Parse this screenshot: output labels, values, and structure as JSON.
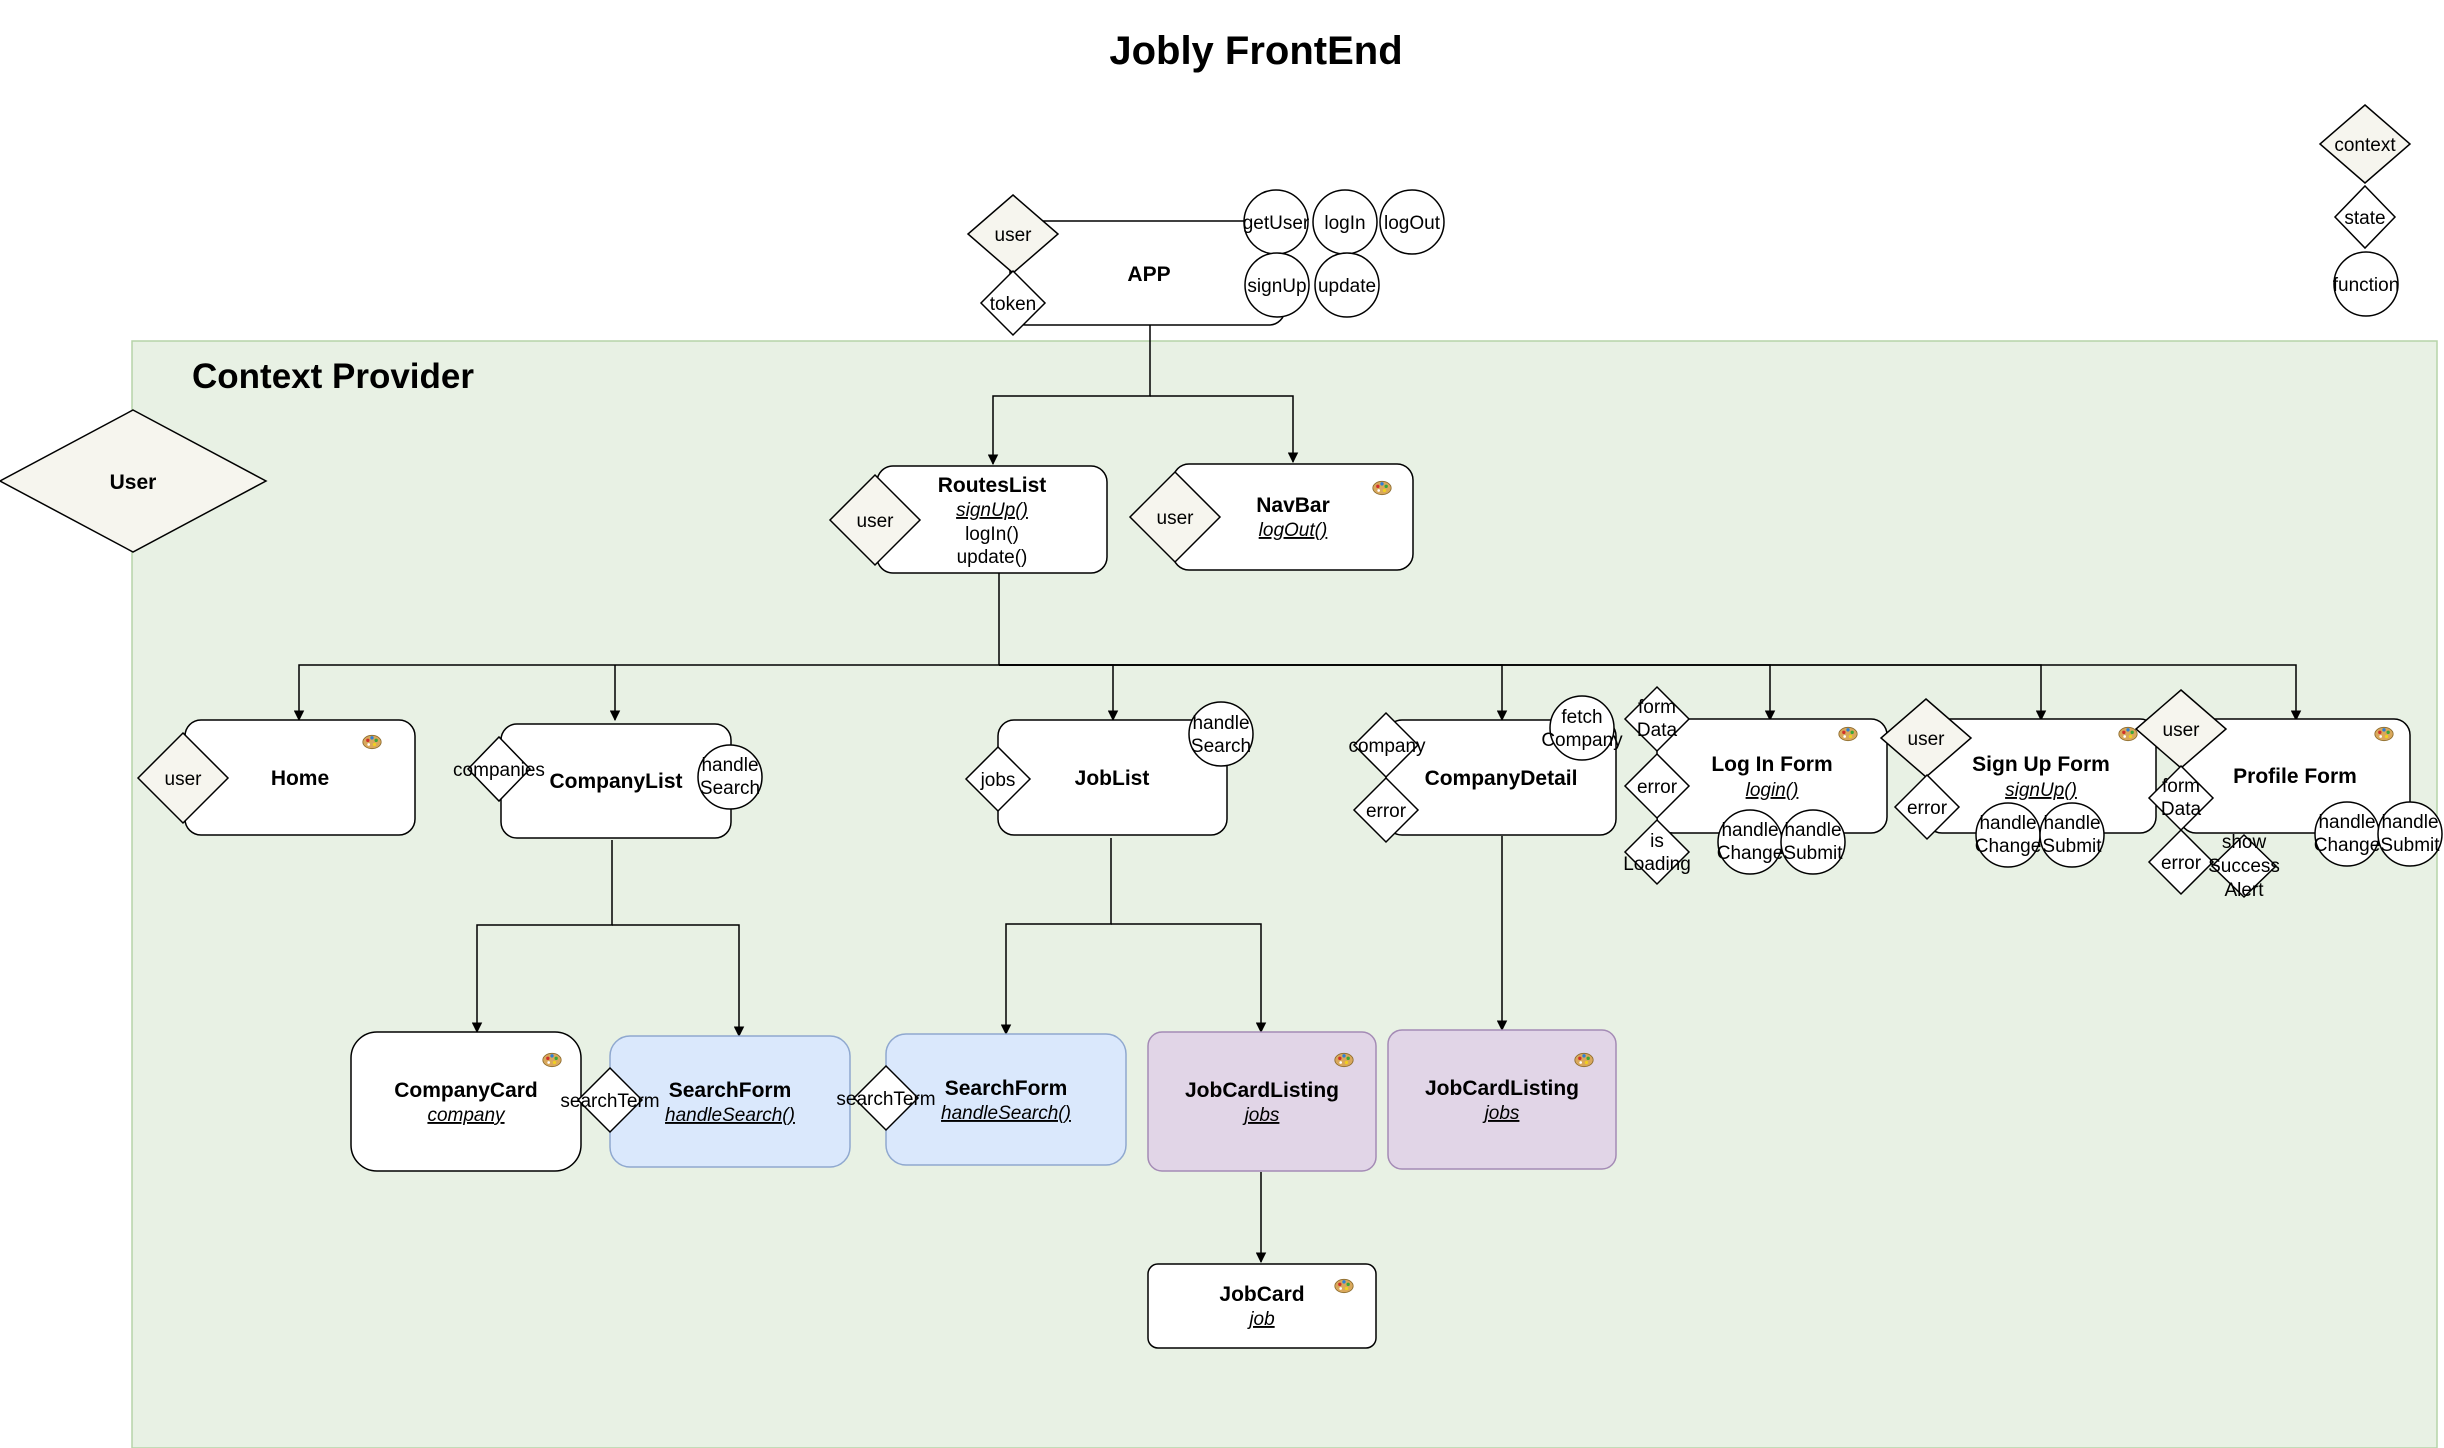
{
  "title": "Jobly FrontEnd",
  "legend": {
    "context": "context",
    "state": "state",
    "function": "function"
  },
  "context_provider": {
    "label": "Context Provider",
    "context_name": "User"
  },
  "app": {
    "name": "APP",
    "state": [
      "user",
      "token"
    ],
    "functions": [
      "getUser",
      "logIn",
      "logOut",
      "signUp",
      "update"
    ]
  },
  "routes_list": {
    "name": "RoutesList",
    "props": [
      "signUp()",
      "logIn()",
      "update()"
    ],
    "context": "user"
  },
  "navbar": {
    "name": "NavBar",
    "prop": "logOut()",
    "context": "user"
  },
  "home": {
    "name": "Home",
    "context": "user"
  },
  "company_list": {
    "name": "CompanyList",
    "state": "companies",
    "function": [
      "handle",
      "Search"
    ]
  },
  "job_list": {
    "name": "JobList",
    "state": "jobs",
    "function": [
      "handle",
      "Search"
    ]
  },
  "company_detail": {
    "name": "CompanyDetail",
    "state": [
      "company",
      "error"
    ],
    "function": [
      "fetch",
      "Company"
    ]
  },
  "login_form": {
    "name": "Log In Form",
    "prop": "login()",
    "state": [
      [
        "form",
        "Data"
      ],
      [
        "error"
      ],
      [
        "is",
        "Loading"
      ]
    ],
    "functions": [
      [
        "handle",
        "Change"
      ],
      [
        "handle",
        "Submit"
      ]
    ]
  },
  "signup_form": {
    "name": "Sign Up Form",
    "prop": "signUp()",
    "context": "user",
    "state": "error",
    "functions": [
      [
        "handle",
        "Change"
      ],
      [
        "handle",
        "Submit"
      ]
    ]
  },
  "profile_form": {
    "name": "Profile Form",
    "context": "user",
    "state": [
      [
        "form",
        "Data"
      ],
      [
        "error"
      ]
    ],
    "extra": [
      "show",
      "Success",
      "Alert"
    ],
    "functions": [
      [
        "handle",
        "Change"
      ],
      [
        "handle",
        "Submit"
      ]
    ]
  },
  "company_card": {
    "name": "CompanyCard",
    "prop": "company"
  },
  "search_form_1": {
    "name": "SearchForm",
    "prop": "handleSearch()",
    "state": "searchTerm"
  },
  "search_form_2": {
    "name": "SearchForm",
    "prop": "handleSearch()",
    "state": "searchTerm"
  },
  "job_card_listing_1": {
    "name": "JobCardListing",
    "prop": "jobs"
  },
  "job_card_listing_2": {
    "name": "JobCardListing",
    "prop": "jobs"
  },
  "job_card": {
    "name": "JobCard",
    "prop": "job"
  },
  "colors": {
    "context_fill": "#f6f5ee",
    "provider_fill": "#e8f1e4",
    "provider_stroke": "#b6d4a8",
    "search_fill": "#dae8fc",
    "search_stroke": "#8fa8cf",
    "listing_fill": "#e1d5e7",
    "listing_stroke": "#a48bb5"
  }
}
